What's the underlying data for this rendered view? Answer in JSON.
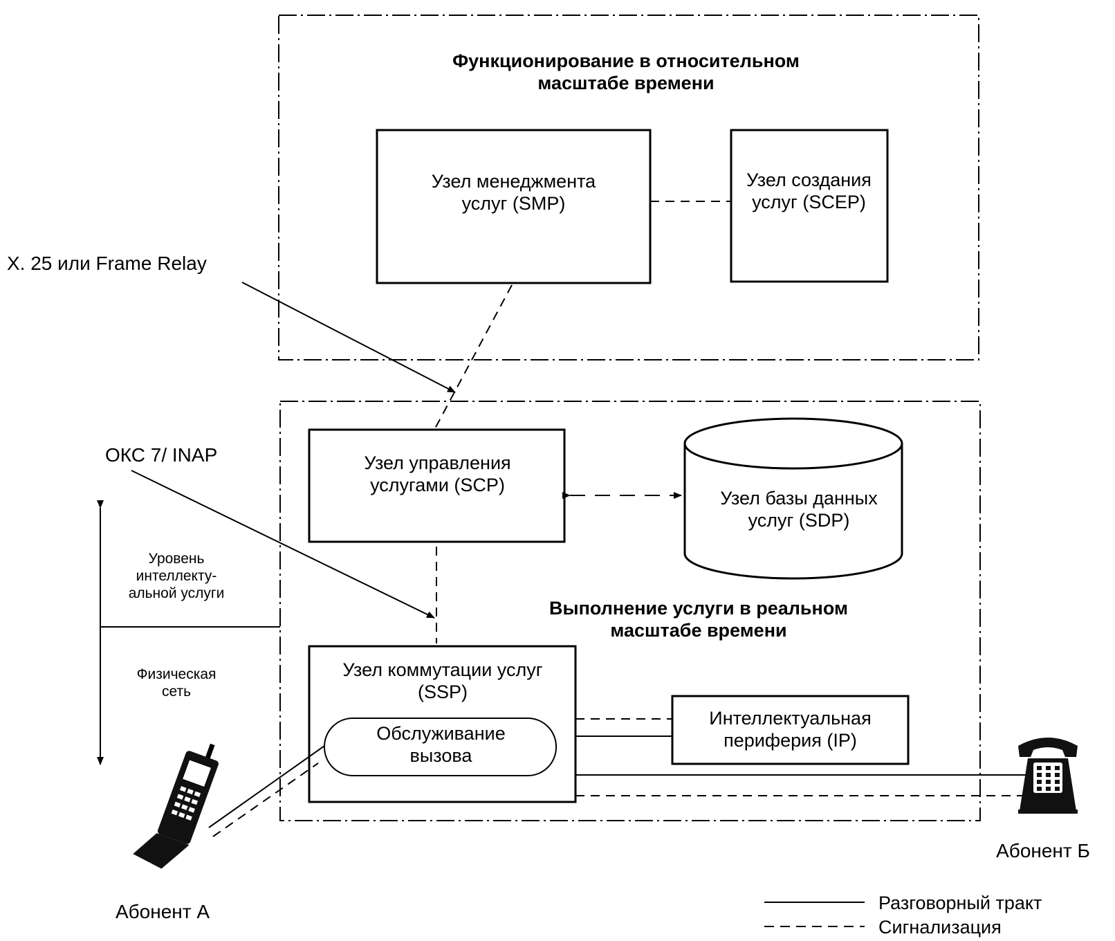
{
  "regions": {
    "offline_title": "Функционирование в относительном масштабе времени",
    "realtime_title": "Выполнение услуги в реальном масштабе времени"
  },
  "nodes": {
    "smp": "Узел менеджмента услуг (SMP)",
    "scep": "Узел создания услуг (SCEP)",
    "scp": "Узел управления услугами (SCP)",
    "sdp": "Узел базы данных услуг (SDP)",
    "ssp": "Узел коммутации услуг (SSP)",
    "call_handling": "Обслуживание вызова",
    "ip": "Интеллектуальная периферия (IP)"
  },
  "protocols": {
    "x25": "X. 25 или Frame Relay",
    "ss7": "ОКС 7/ INAP"
  },
  "levels": {
    "service_level": "Уровень интеллекту- альной услуги",
    "physical": "Физическая сеть"
  },
  "subscribers": {
    "a": "Абонент А",
    "b": "Абонент Б"
  },
  "legend": {
    "voice": "Разговорный тракт",
    "signaling": "Сигнализация"
  }
}
